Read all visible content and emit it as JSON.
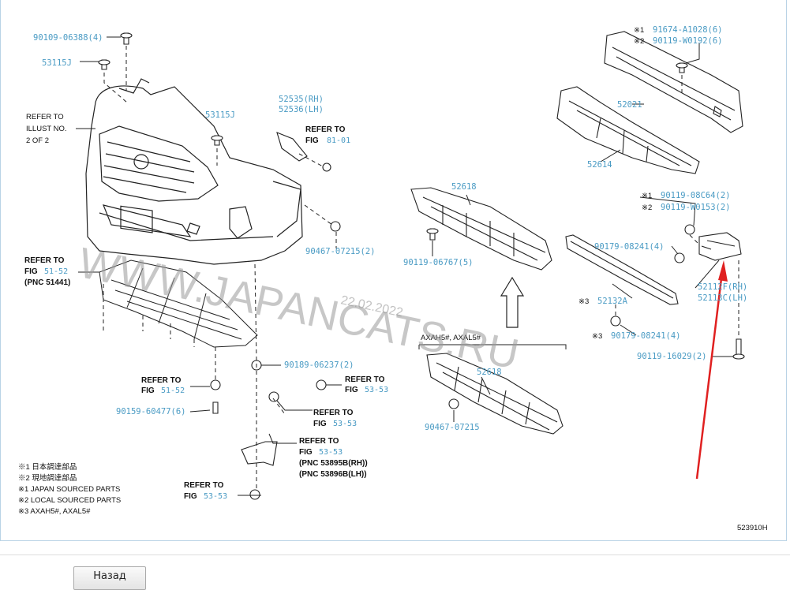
{
  "parts": {
    "p1": "90109-06388(4)",
    "p2": "53115J",
    "p3": "53115J",
    "p4": "52535(RH)",
    "p5": "52536(LH)",
    "p6": "90467-07215(2)",
    "p7": "90119-06767(5)",
    "p8": "52618",
    "p9": "52618",
    "p10": "90467-07215",
    "p11": "52021",
    "p12": "52614",
    "p13": "91674-A1028(6)",
    "p14": "90119-W0192(6)",
    "p15": "90119-08C64(2)",
    "p16": "90119-W0153(2)",
    "p17": "90179-08241(4)",
    "p18": "52132A",
    "p19": "90179-08241(4)",
    "p20": "52112F(RH)",
    "p21": "52113C(LH)",
    "p22": "90119-16029(2)",
    "p23": "90189-06237(2)",
    "p24": "90159-60477(6)"
  },
  "marks": {
    "m1": "※1",
    "m2": "※2",
    "m3": "※3"
  },
  "refs": {
    "refer_to": "REFER TO",
    "fig": "FIG",
    "illust_1": "REFER TO",
    "illust_2": "ILLUST NO.",
    "illust_3": "2 OF 2",
    "fig_81_01": "81-01",
    "fig_51_52": "51-52",
    "fig_53_53": "53-53",
    "pnc_51441": "(PNC 51441)",
    "pnc_53895b": "(PNC 53895B(RH))",
    "pnc_53896b": "(PNC 53896B(LH))"
  },
  "variant_label": "AXAH5#, AXAL5#",
  "legend": [
    "※1 日本調達部品",
    "※2 現地調達部品",
    "※1 JAPAN SOURCED PARTS",
    "※2 LOCAL SOURCED PARTS",
    "※3 AXAH5#, AXAL5#"
  ],
  "illustration_id": "523910H",
  "watermark": "WWW.JAPANCATS.RU",
  "watermark_date": "22.02.2022",
  "back_button": "Назад",
  "colors": {
    "code": "#4a9bc4",
    "border": "#b9d3e6",
    "arrow": "#e02020"
  }
}
